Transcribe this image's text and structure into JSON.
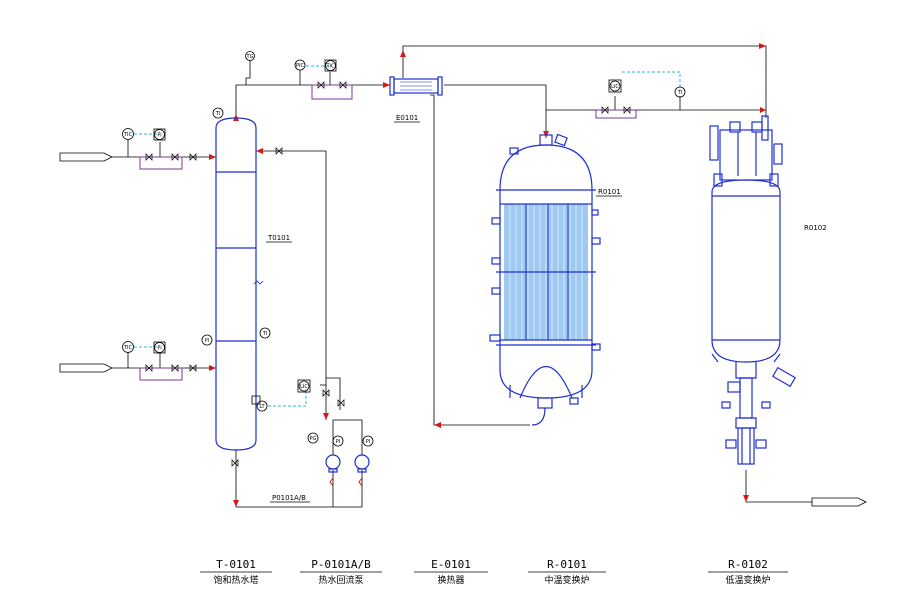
{
  "diagram": {
    "equipment_labels": {
      "column": "T0101",
      "exchanger": "E0101",
      "reactor_mid": "R0101",
      "reactor_low": "R0102",
      "pump": "P0101A/B"
    },
    "instrument_tags": {
      "tg_top": "TG",
      "ti_top": "TI",
      "pic_top": "PIC",
      "tic_in_upper": "TIC",
      "fi_in_upper": "FI",
      "tic_in_lower": "TIC",
      "fi_in_lower": "FI",
      "ti_column": "TI",
      "pi_column": "PI",
      "lic_column": "LIC",
      "lt_column": "LT",
      "lic_valve": "LIC",
      "pi_pump_a": "PI",
      "pi_pump_b": "PI",
      "pg_pump": "PG",
      "tic_reactor": "TIC",
      "ti_reactor": "TI"
    },
    "legend": [
      {
        "code": "T-0101",
        "name": "饱和热水塔"
      },
      {
        "code": "P-0101A/B",
        "name": "热水回流泵"
      },
      {
        "code": "E-0101",
        "name": "换热器"
      },
      {
        "code": "R-0101",
        "name": "中温变换炉"
      },
      {
        "code": "R-0102",
        "name": "低温变换炉"
      }
    ],
    "colors": {
      "equipment": "#1f2fd0",
      "process_line": "#000000",
      "flow_arrow": "#d81818",
      "signal_line": "#22b8d8",
      "bypass_line": "#7a3a9a",
      "tube_bundle": "#9ec9f0"
    }
  }
}
